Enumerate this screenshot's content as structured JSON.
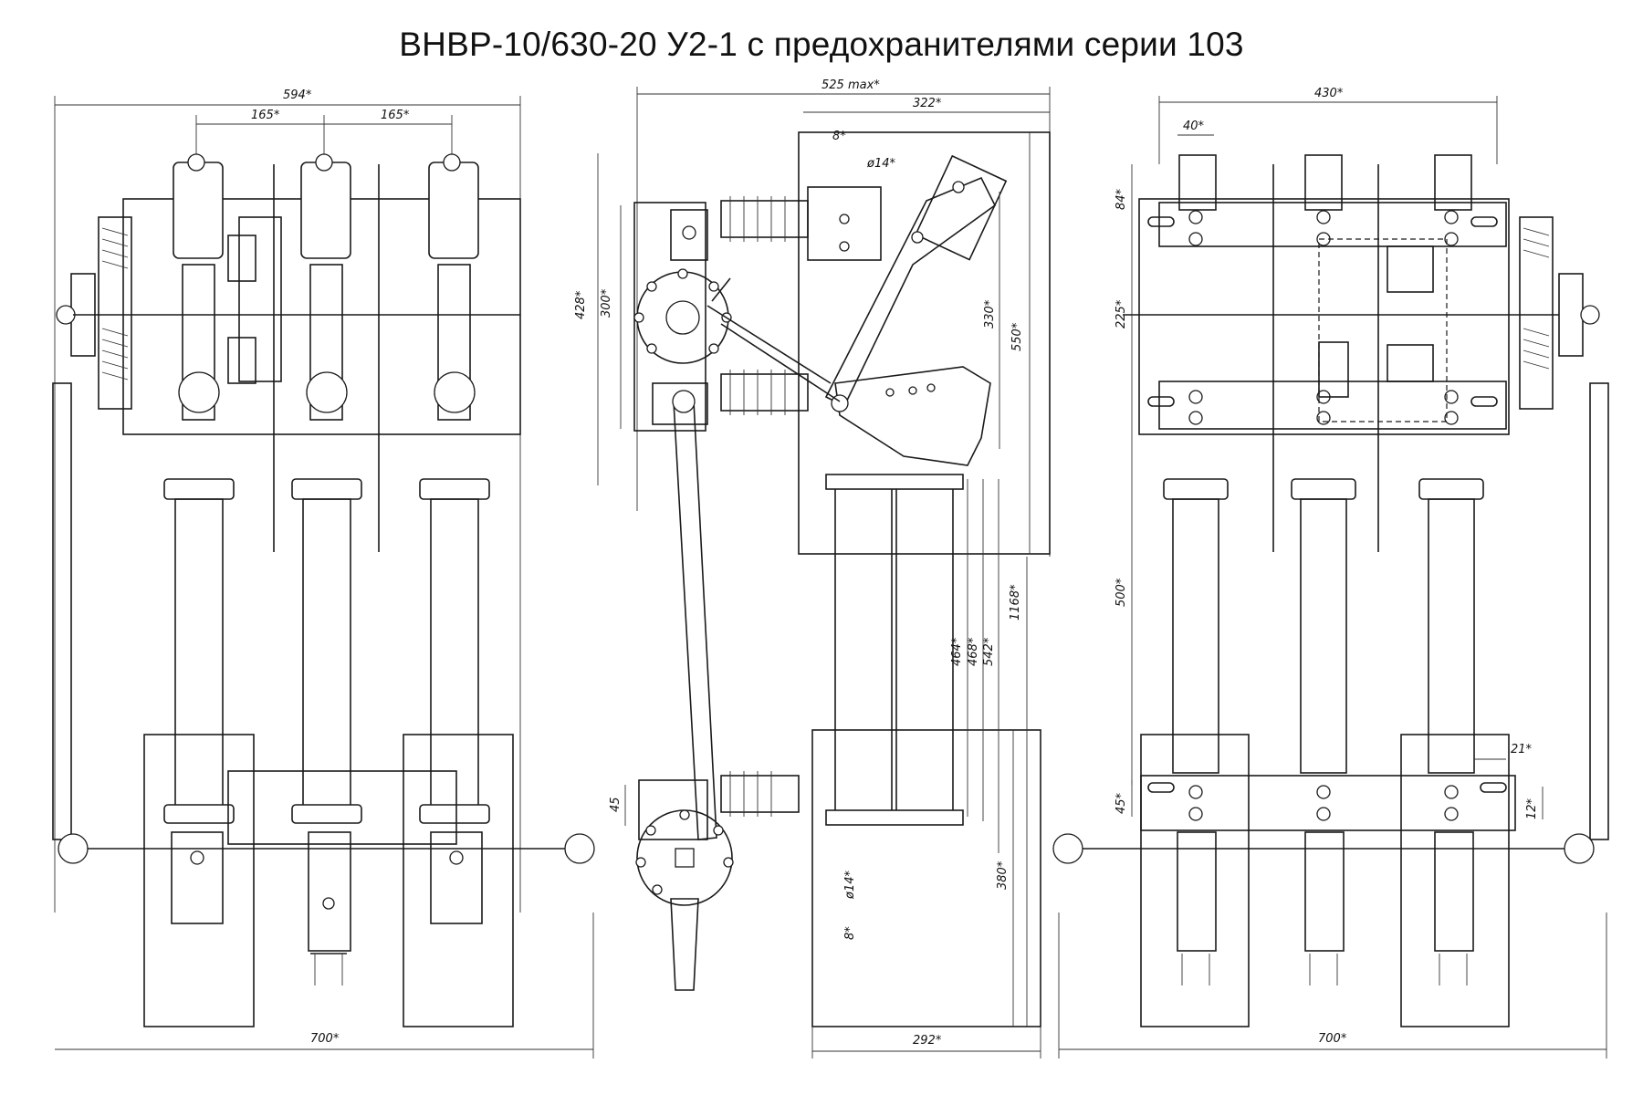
{
  "title": "ВНВР-10/630-20 У2-1 с предохранителями серии 103",
  "views": {
    "front": {
      "dims": {
        "overall_top": "594*",
        "pitch_left": "165*",
        "pitch_right": "165*",
        "overall_bottom": "700*"
      }
    },
    "side": {
      "dims": {
        "top_max": "525 max*",
        "top_mount": "322*",
        "d8_top": "8*",
        "dia14_top": "ø14*",
        "h428": "428*",
        "h300": "300*",
        "h330": "330*",
        "h550": "550*",
        "h1168": "1168*",
        "h464": "464*",
        "h468": "468*",
        "h542": "542*",
        "h45": "45",
        "h380": "380*",
        "dia14_bot": "ø14*",
        "d8_bot": "8*",
        "bottom_width": "292*"
      }
    },
    "rear": {
      "dims": {
        "overall_top": "430*",
        "d40": "40*",
        "h84": "84*",
        "h225": "225*",
        "h500": "500*",
        "h45": "45*",
        "d21": "21*",
        "h12": "12*",
        "overall_bottom": "700*"
      }
    }
  }
}
